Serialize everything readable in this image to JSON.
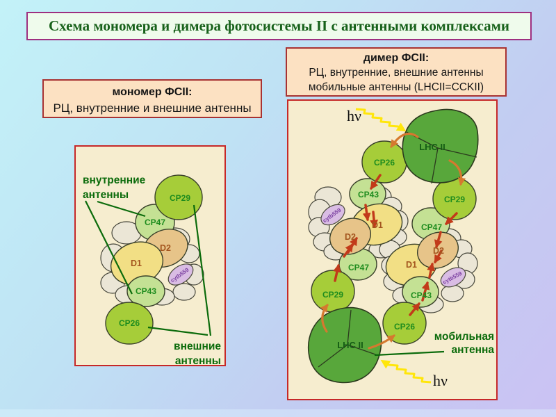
{
  "title": "Схема мономера и димера фотосистемы II с антенными комплексами",
  "monomer_box": {
    "heading": "мономер ФСII:",
    "body": "РЦ, внутренние и внешние антенны"
  },
  "dimer_box": {
    "heading": "димер ФСII:",
    "body_line1": "РЦ, внутренние, внешние антенны",
    "body_line2": "мобильные антенны (LHCII=CCKII)"
  },
  "protein_labels": {
    "cp29": "CP29",
    "cp47": "CP47",
    "cp43": "CP43",
    "cp26": "CP26",
    "d1": "D1",
    "d2": "D2",
    "cytb559": "cytb559",
    "lhcii": "LHC II"
  },
  "annotations": {
    "hv": "hν",
    "inner_line1": "внутренние",
    "inner_line2": "антенны",
    "outer_line1": "внешние",
    "outer_line2": "антенны",
    "mobile_line1": "мобильная",
    "mobile_line2": "антенна"
  },
  "colors": {
    "background_top_left": "#c3f2f8",
    "background_bottom_right": "#cbc2f3",
    "title_text": "#17611a",
    "title_border": "#9e2f80",
    "box_background": "#fce1c2",
    "box_border": "#a83232",
    "panel_background": "#f6edcf",
    "panel_border": "#c62828",
    "outer_antenna_fill": "#a6cd39",
    "inner_antenna_fill": "#c4e194",
    "d1_fill": "#f2df85",
    "d2_fill": "#e7c489",
    "cytb559_fill": "#d9bce4",
    "lhcii_fill": "#58a73b",
    "background_subunit_fill": "#ebe6d6",
    "energy_arrow_red": "#c23a1a",
    "energy_arrow_orange": "#d5792f",
    "light_arrow_yellow": "#ffe60a",
    "annotation_green": "#0b6b0b"
  }
}
